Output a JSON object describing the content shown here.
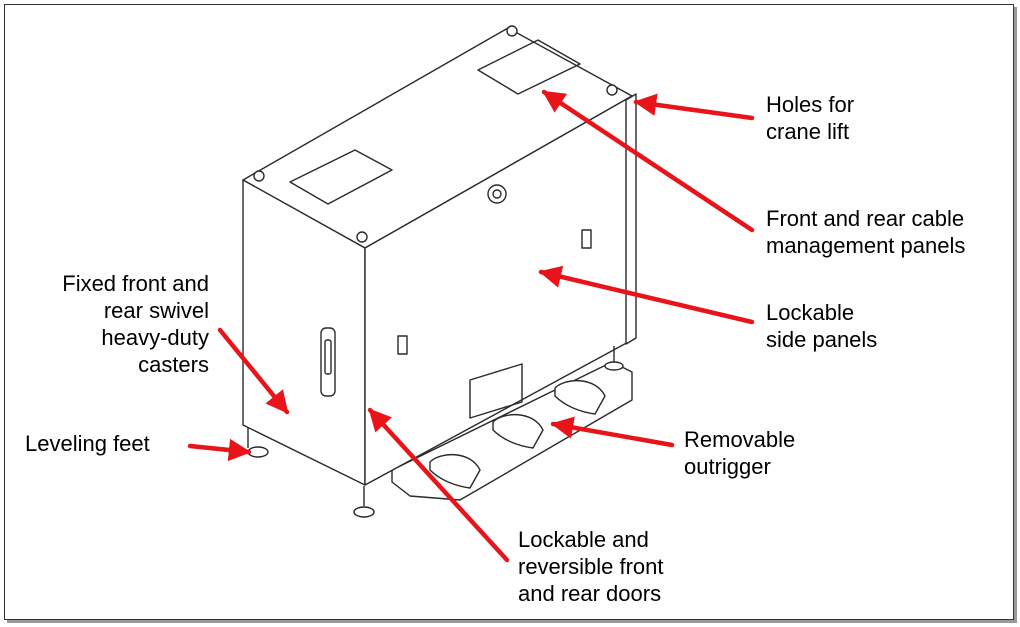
{
  "diagram": {
    "colors": {
      "arrow": "#e8141a",
      "line": "#2a2a2a",
      "face": "#ffffff"
    },
    "labels": {
      "holes": [
        "Holes for",
        "crane lift"
      ],
      "cable_panels": [
        "Front and rear cable",
        "management panels"
      ],
      "side_panels": [
        "Lockable",
        "side panels"
      ],
      "casters": [
        "Fixed front and",
        "rear swivel",
        "heavy-duty",
        "casters"
      ],
      "leveling": [
        "Leveling feet"
      ],
      "outrigger": [
        "Removable",
        "outrigger"
      ],
      "doors": [
        "Lockable and",
        "reversible front",
        "and rear doors"
      ]
    }
  }
}
